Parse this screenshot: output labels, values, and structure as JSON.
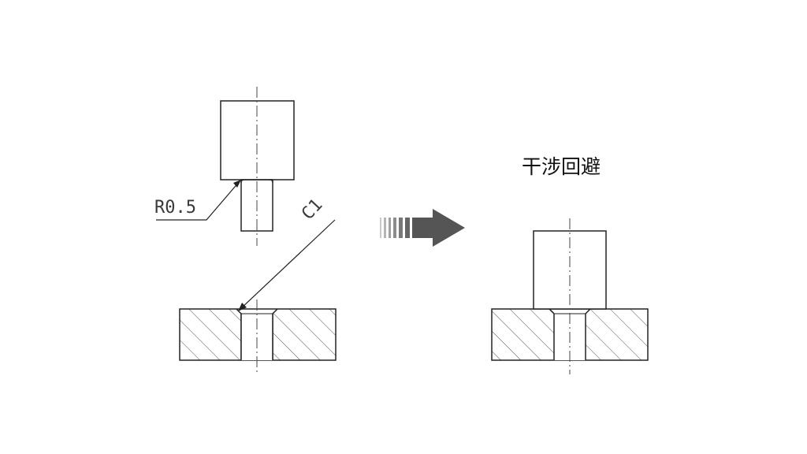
{
  "colors": {
    "background": "#ffffff",
    "line": "#222222",
    "centerline": "#444444",
    "hatch": "#555555",
    "arrow": "#555555"
  },
  "left_figure": {
    "fillet_label": "R0.5",
    "chamfer_label": "C1"
  },
  "transition_arrow": {
    "icon": "striped-right-arrow-icon"
  },
  "right_figure": {
    "title": "干涉回避"
  }
}
